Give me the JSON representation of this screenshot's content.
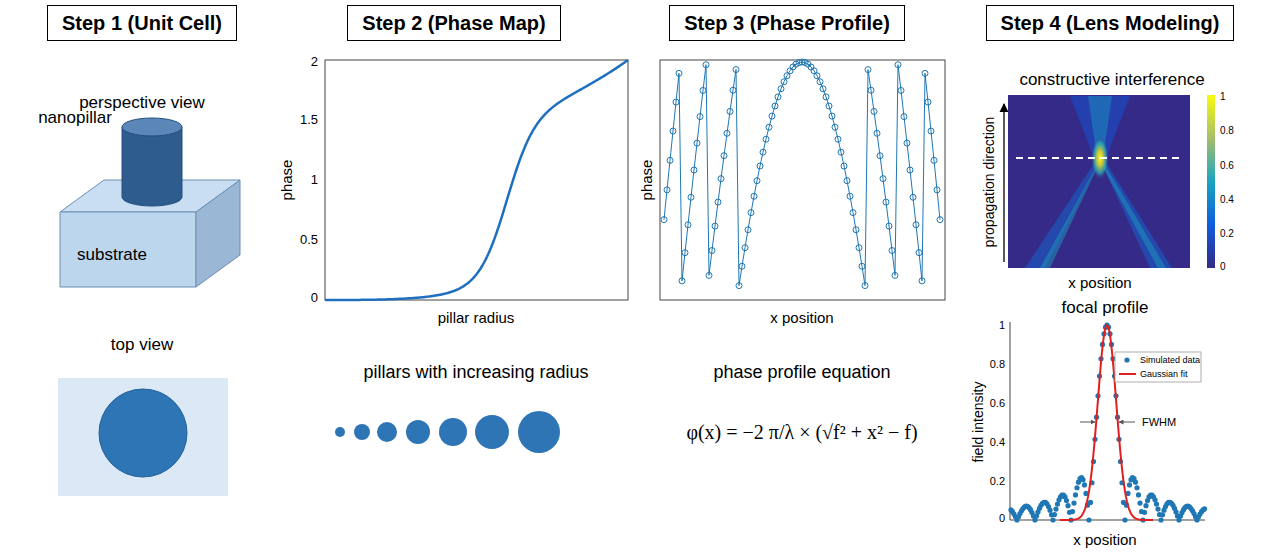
{
  "diagram": {
    "nodes": [
      {
        "text": [
          "Step 1 (Unit Cell)"
        ]
      },
      {
        "text": [
          "Step 2 (Phase Map)"
        ]
      },
      {
        "text": [
          "Step 3 (Phase Profile)"
        ]
      },
      {
        "text": [
          "Step 4 (Lens Modeling)"
        ]
      }
    ],
    "labels": [
      "perspective view",
      "nanopillar",
      "substrate",
      "top view",
      "phase",
      "2",
      "1.5",
      "1",
      "0.5",
      "0",
      "pillar radius",
      "pillars with increasing radius",
      "phase",
      "x position",
      "phase profile equation",
      "φ(x) = −2 π/λ × (√f² + x² − f)",
      "constructive interference",
      "propagation direction",
      "1",
      "0.8",
      "0.6",
      "0.4",
      "0.2",
      "0",
      "x position",
      "focal profile",
      "field intensity",
      "1",
      "0.8",
      "0.6",
      "0.4",
      "0.2",
      "0",
      "FWHM",
      "x position"
    ],
    "legend": [
      {
        "text": "Simulated data"
      },
      {
        "text": "Gaussian fit"
      }
    ]
  }
}
